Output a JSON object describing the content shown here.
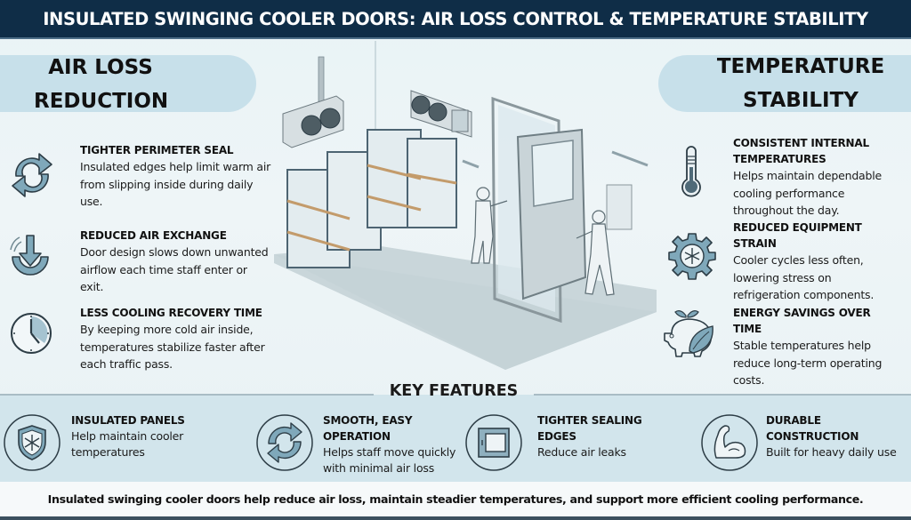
{
  "header": {
    "title": "INSULATED SWINGING COOLER DOORS: AIR LOSS CONTROL & TEMPERATURE STABILITY"
  },
  "colors": {
    "header_bg": "#0f2d47",
    "pill_bg": "#c7e0ea",
    "band_bg": "#d2e5ec",
    "icon_fill": "#7fa8ba",
    "icon_stroke": "#2d3d46"
  },
  "left_section": {
    "heading_line1": "AIR LOSS",
    "heading_line2": "REDUCTION",
    "items": [
      {
        "icon": "refresh-arrows-icon",
        "title": "TIGHTER PERIMETER SEAL",
        "desc_lines": [
          "Insulated edges help limit warm air",
          "from slipping inside during daily",
          "use."
        ]
      },
      {
        "icon": "arrow-down-into-cup-icon",
        "title": "REDUCED AIR EXCHANGE",
        "desc_lines": [
          "Door design slows down unwanted",
          "airflow each time staff enter or",
          "exit."
        ]
      },
      {
        "icon": "clock-icon",
        "title": "LESS COOLING RECOVERY TIME",
        "desc_lines": [
          "By keeping more cold air inside,",
          "temperatures stabilize faster after",
          "each traffic pass."
        ]
      }
    ]
  },
  "right_section": {
    "heading_line1": "TEMPERATURE",
    "heading_line2": "STABILITY",
    "items": [
      {
        "icon": "thermometer-icon",
        "title_lines": [
          "CONSISTENT INTERNAL",
          "TEMPERATURES"
        ],
        "desc_lines": [
          "Helps maintain dependable",
          "cooling performance",
          "throughout the day."
        ]
      },
      {
        "icon": "gear-snowflake-icon",
        "title_lines": [
          "REDUCED EQUIPMENT",
          "STRAIN"
        ],
        "desc_lines": [
          "Cooler cycles less often,",
          "lowering stress on",
          "refrigeration components."
        ]
      },
      {
        "icon": "piggy-bank-leaf-icon",
        "title_lines": [
          "ENERGY SAVINGS OVER",
          "TIME"
        ],
        "desc_lines": [
          "Stable temperatures help",
          "reduce long-term operating",
          "costs."
        ]
      }
    ]
  },
  "illustration": {
    "description": "Cold storage room with pallet racks, wall-mounted evaporator units, staff in protective suits passing through an insulated swinging door"
  },
  "key_features": {
    "title": "KEY FEATURES",
    "items": [
      {
        "icon": "shield-snowflake-icon",
        "title_lines": [
          "INSULATED PANELS"
        ],
        "desc_lines": [
          "Help maintain cooler",
          "temperatures"
        ]
      },
      {
        "icon": "refresh-arrows-icon",
        "title_lines": [
          "SMOOTH, EASY",
          "OPERATION"
        ],
        "desc_lines": [
          "Helps staff move quickly",
          "with minimal air loss"
        ]
      },
      {
        "icon": "sealed-frame-icon",
        "title_lines": [
          "TIGHTER SEALING",
          "EDGES"
        ],
        "desc_lines": [
          "Reduce air leaks"
        ]
      },
      {
        "icon": "flexed-arm-icon",
        "title_lines": [
          "DURABLE",
          "CONSTRUCTION"
        ],
        "desc_lines": [
          "Built for heavy daily use"
        ]
      }
    ]
  },
  "footer": {
    "summary": "Insulated swinging cooler doors help reduce air loss, maintain steadier temperatures, and support more efficient cooling performance."
  }
}
